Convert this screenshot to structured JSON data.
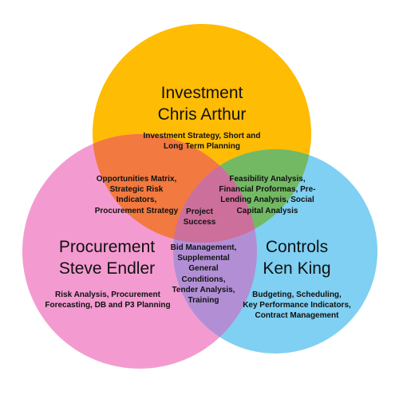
{
  "diagram": {
    "colors": {
      "investment": "#ffbc05",
      "procurement": "#f39bd0",
      "controls": "#7fd0f2",
      "investment_procurement": "#f2793f",
      "investment_controls": "#73b964",
      "procurement_controls": "#b28fd5",
      "center": "#cc6f9b"
    },
    "circles": {
      "investment": {
        "name": "Investment",
        "person": "Chris Arthur",
        "description": [
          "Investment Strategy, Short and",
          "Long Term Planning"
        ]
      },
      "procurement": {
        "name": "Procurement",
        "person": "Steve Endler",
        "description": [
          "Risk Analysis, Procurement",
          "Forecasting, DB and P3 Planning"
        ]
      },
      "controls": {
        "name": "Controls",
        "person": "Ken King",
        "description": [
          "Budgeting, Scheduling,",
          "Key Performance Indicators,",
          "Contract Management"
        ]
      }
    },
    "overlaps": {
      "investment_procurement": [
        "Opportunities Matrix,",
        "Strategic Risk",
        "Indicators,",
        "Procurement Strategy"
      ],
      "investment_controls": [
        "Feasibility Analysis,",
        "Financial Proformas, Pre-",
        "Lending Analysis, Social",
        "Capital Analysis"
      ],
      "procurement_controls": [
        "Bid Management,",
        "Supplemental",
        "General",
        "Conditions,",
        "Tender Analysis,",
        "Training"
      ],
      "center": [
        "Project",
        "Success"
      ]
    }
  }
}
